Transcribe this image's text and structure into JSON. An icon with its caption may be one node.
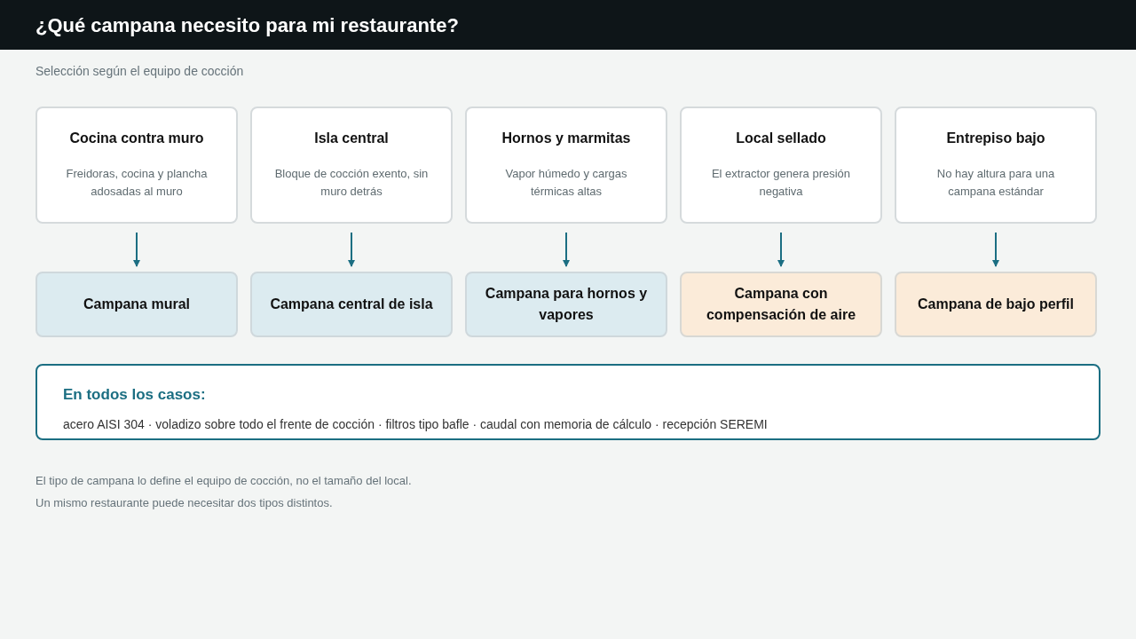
{
  "diagram": {
    "title": "¿Qué campana necesito para mi restaurante?",
    "nodes": [
      {
        "text": [
          "Cocina contra muro",
          "Freidoras, cocina y plancha adosadas al muro"
        ]
      },
      {
        "text": [
          "Isla central",
          "Bloque de cocción exento, sin muro detrás"
        ]
      },
      {
        "text": [
          "Hornos y marmitas",
          "Vapor húmedo y cargas térmicas altas"
        ]
      },
      {
        "text": [
          "Local sellado",
          "El extractor genera presión negativa"
        ]
      },
      {
        "text": [
          "Entrepiso bajo",
          "No hay altura para una campana estándar"
        ]
      },
      {
        "text": [
          "Campana mural"
        ]
      },
      {
        "text": [
          "Campana central de isla"
        ]
      },
      {
        "text": [
          "Campana para hornos y vapores"
        ]
      },
      {
        "text": [
          "Campana con compensación de aire"
        ]
      },
      {
        "text": [
          "Campana de bajo perfil"
        ]
      },
      {
        "text": [
          "En todos los casos:",
          "acero AISI 304 · voladizo sobre todo el frente de cocción · filtros tipo bafle · caudal con memoria de cálculo · recepción SEREMI"
        ]
      }
    ],
    "edges": [
      {
        "from": 0,
        "to": 5,
        "arrow": "to"
      },
      {
        "from": 1,
        "to": 6,
        "arrow": "to"
      },
      {
        "from": 2,
        "to": 7,
        "arrow": "to"
      },
      {
        "from": 3,
        "to": 8,
        "arrow": "to"
      },
      {
        "from": 4,
        "to": 9,
        "arrow": "to"
      }
    ],
    "labels": [
      "Selección según el equipo de cocción",
      "El tipo de campana lo define el equipo de cocción, no el tamaño del local.",
      "Un mismo restaurante puede necesitar dos tipos distintos."
    ]
  }
}
